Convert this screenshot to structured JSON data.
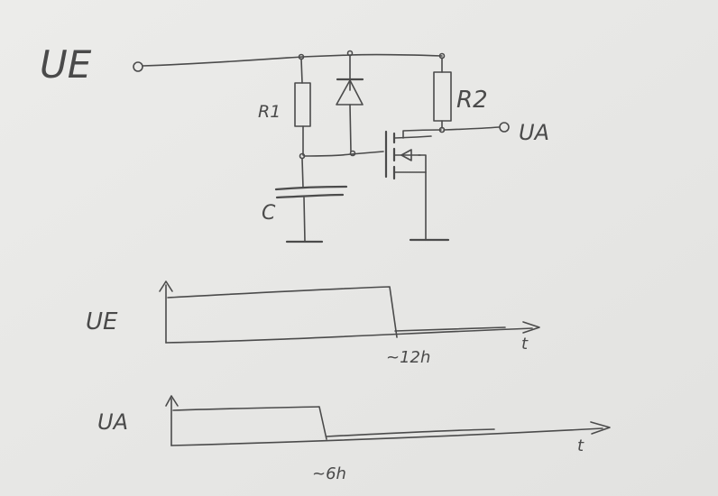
{
  "circuit": {
    "input_label": "UE",
    "output_label": "UA",
    "resistor1_label": "R1",
    "resistor2_label": "R2",
    "capacitor_label": "C"
  },
  "timing": {
    "input_signal_label": "UE",
    "input_time_label": "t",
    "input_switch_off_time": "~12h",
    "output_signal_label": "UA",
    "output_time_label": "t",
    "output_switch_time": "~6h"
  },
  "colors": {
    "paper": "#e9e9e7",
    "ink": "#4b4b4b"
  }
}
